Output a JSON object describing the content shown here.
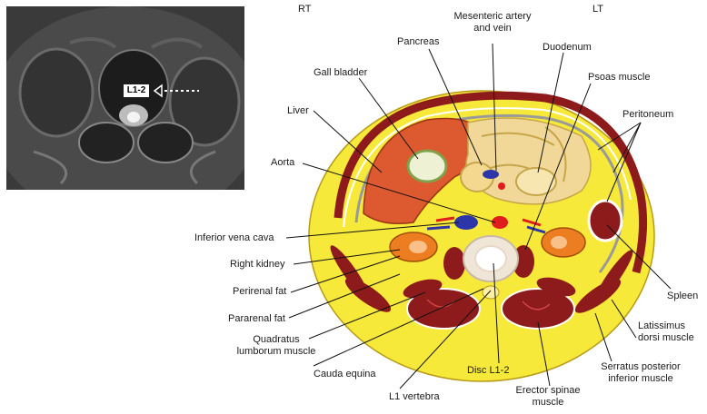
{
  "mri_panel": {
    "level_tag": "L1-2"
  },
  "orientation": {
    "right": "RT",
    "left": "LT"
  },
  "labels": {
    "mesenteric": [
      "Mesenteric artery",
      "and vein"
    ],
    "pancreas": "Pancreas",
    "duodenum": "Duodenum",
    "gall_bladder": "Gall bladder",
    "psoas": "Psoas muscle",
    "liver": "Liver",
    "peritoneum": "Peritoneum",
    "aorta": "Aorta",
    "ivc": "Inferior vena cava",
    "right_kidney": "Right kidney",
    "perirenal_fat": "Perirenal fat",
    "pararenal_fat": "Pararenal fat",
    "quadratus": [
      "Quadratus",
      "lumborum muscle"
    ],
    "cauda_equina": "Cauda equina",
    "l1_vertebra": "L1 vertebra",
    "disc": "Disc L1-2",
    "erector": [
      "Erector spinae",
      "muscle"
    ],
    "serratus": [
      "Serratus posterior",
      "inferior muscle"
    ],
    "latissimus": [
      "Latissimus",
      "dorsi muscle"
    ],
    "spleen": "Spleen"
  },
  "colors": {
    "fat": "#f7e93a",
    "muscle": "#8e1b1b",
    "liver": "#dd5a30",
    "kidney": "#ec7d20",
    "vessel_red": "#e01c1c",
    "vessel_blue": "#2c36a8",
    "bowel": "#f2d898",
    "bone": "#f0e6d8"
  }
}
